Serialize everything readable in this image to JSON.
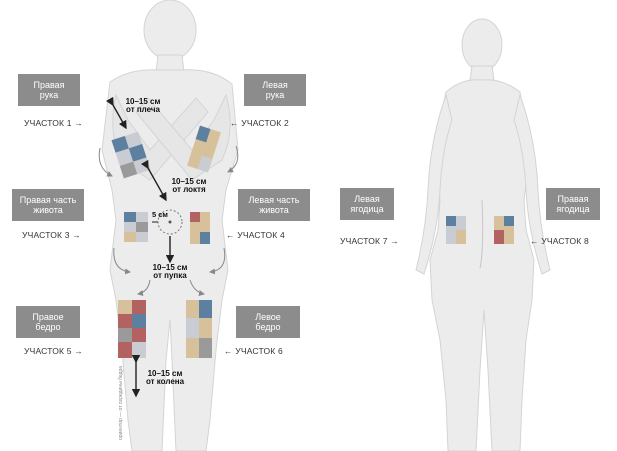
{
  "front": {
    "labels": {
      "right_arm": "Правая\nрука",
      "left_arm": "Левая\nрука",
      "right_abdomen": "Правая часть\nживота",
      "left_abdomen": "Левая часть\nживота",
      "right_thigh": "Правое\nбедро",
      "left_thigh": "Левое\nбедро"
    },
    "sites": {
      "site1": "УЧАСТОК 1 →",
      "site2": "← УЧАСТОК 2",
      "site3": "УЧАСТОК 3 →",
      "site4": "← УЧАСТОК 4",
      "site5": "УЧАСТОК 5 →",
      "site6": "← УЧАСТОК 6"
    },
    "distances": {
      "from_shoulder": "10–15 см\nот плеча",
      "from_elbow": "10–15 см\nот локтя",
      "navel_cm": "5 см",
      "from_navel": "10–15 см\nот пупка",
      "from_knee": "10–15 см\nот колена"
    },
    "vertical_note": "ориентир — от середины бедра"
  },
  "back": {
    "labels": {
      "left_buttock": "Левая\nягодица",
      "right_buttock": "Правая\nягодица"
    },
    "sites": {
      "site7": "УЧАСТОК 7 →",
      "site8": "← УЧАСТОК 8"
    }
  },
  "colors": {
    "body_fill": "#ececec",
    "body_stroke": "#d4d4d4",
    "label_bg": "#8c8c8c",
    "patch_blue": "#5d7fa0",
    "patch_light": "#c9ccd2",
    "patch_tan": "#d7c19a",
    "patch_red": "#b36262",
    "patch_gray": "#9a9a9a"
  }
}
